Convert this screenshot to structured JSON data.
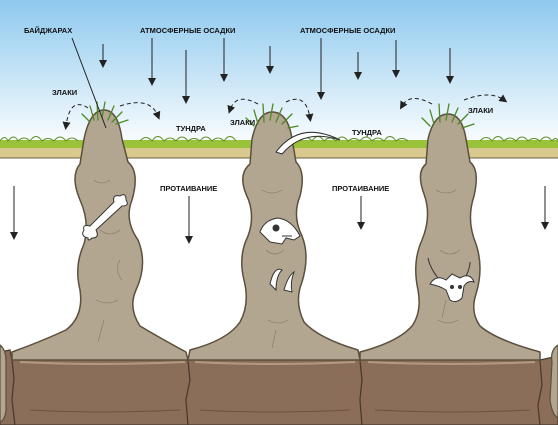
{
  "labels": {
    "baydzharakh": "БАЙДЖАРАХ",
    "precip_left": "АТМОСФЕРНЫЕ ОСАДКИ",
    "precip_right": "АТМОСФЕРНЫЕ ОСАДКИ",
    "grasses_left": "ЗЛАКИ",
    "grasses_middle": "ЗЛАКИ",
    "grasses_right": "ЗЛАКИ",
    "tundra_left": "ТУНДРА",
    "tundra_right": "ТУНДРА",
    "thaw_left": "ПРОТАИВАНИЕ",
    "thaw_right": "ПРОТАИВАНИЕ"
  },
  "colors": {
    "sky_top": "#8ec9ee",
    "sky_bottom": "#ffffff",
    "mound": "#b3a690",
    "tundra_grass": "#9ac23a",
    "tundra_soil": "#d9c98e",
    "ice": "#ffffff",
    "bedrock": "#8a6e5a",
    "bone": "#ffffff"
  },
  "icons": [
    "bone-icon",
    "animal-skull-icon",
    "tusk-icon",
    "horned-skull-icon",
    "grass-tuft-icon"
  ]
}
